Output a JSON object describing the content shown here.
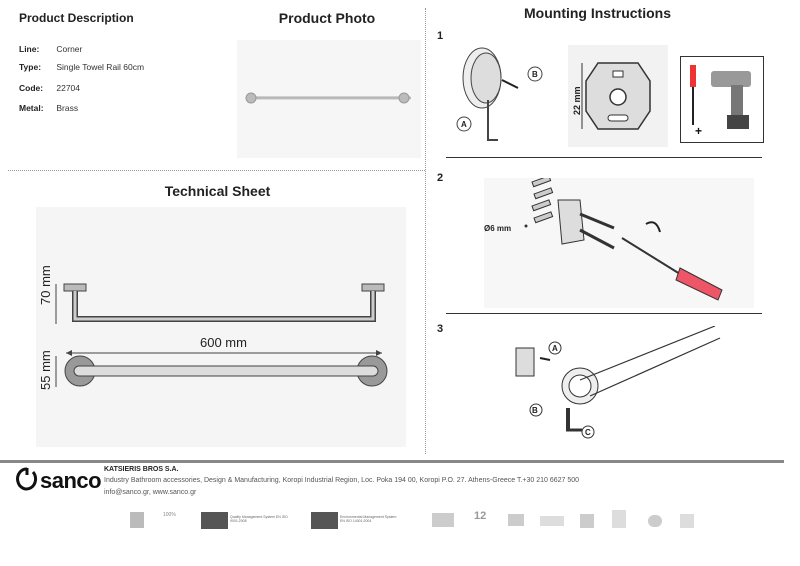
{
  "product": {
    "heading": "Product Description",
    "specs": [
      {
        "label": "Line:",
        "value": "Corner"
      },
      {
        "label": "Type:",
        "value": "Single Towel Rail 60cm"
      },
      {
        "label": "Code:",
        "value": "22704"
      },
      {
        "label": "Metal:",
        "value": "Brass"
      }
    ]
  },
  "photo": {
    "heading": "Product Photo"
  },
  "technical": {
    "heading": "Technical Sheet",
    "dim_height": "70 mm",
    "dim_width": "600 mm",
    "dim_depth": "55 mm"
  },
  "mounting": {
    "heading": "Mounting Instructions",
    "steps": [
      {
        "num": "1",
        "dim": "22 mm",
        "a": "A",
        "b": "B"
      },
      {
        "num": "2",
        "dim": "Ø6 mm"
      },
      {
        "num": "3",
        "a": "A",
        "b": "B",
        "c": "C"
      }
    ]
  },
  "footer": {
    "logo": "sanco",
    "company": "KATSIERIS BROS S.A.",
    "address": "Industry Bathroom accessories, Design & Manufacturing, Koropi Industrial Region, Loc. Poka 194 00, Koropi P.O. 27. Athens-Greece   T.+30 210 6627 500",
    "web": "info@sanco.gr, www.sanco.gr",
    "cert1": "Quality Management System EN ISO 9001:2008",
    "cert2": "Environmental Management System EN ISO 14001:2004",
    "badge_100": "100%",
    "badge_12": "12"
  }
}
